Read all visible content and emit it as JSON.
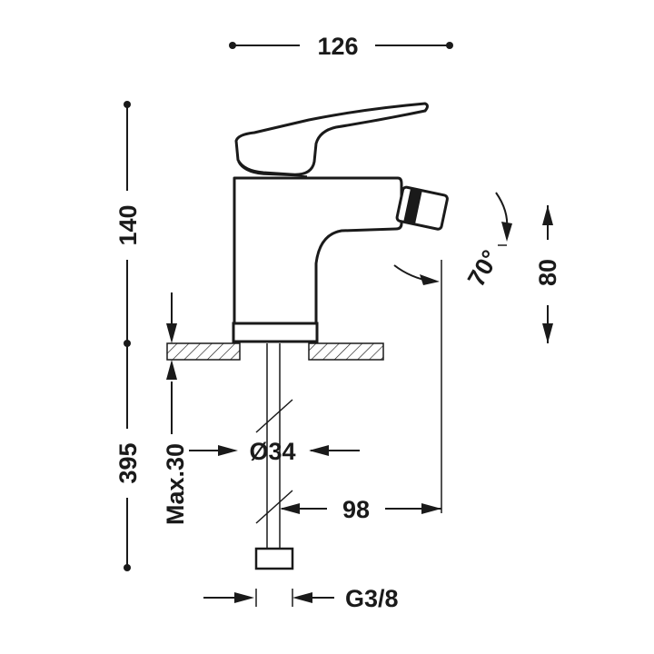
{
  "dimensions": {
    "top_width": "126",
    "height_body": "140",
    "height_total": "395",
    "max_thickness": "Max.30",
    "hole_diameter": "Ø34",
    "reach": "98",
    "connection": "G3/8",
    "angle": "70°",
    "spout_height": "80"
  },
  "colors": {
    "ink": "#1a1a1a",
    "background": "#ffffff"
  }
}
